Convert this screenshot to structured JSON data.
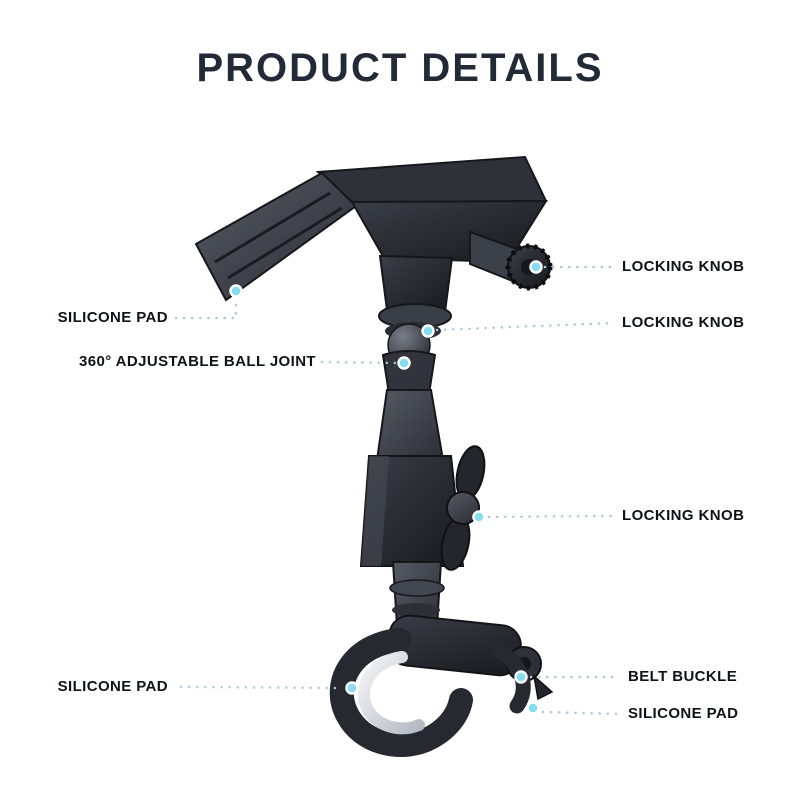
{
  "page": {
    "title": "PRODUCT DETAILS"
  },
  "colors": {
    "background": "#ffffff",
    "title": "#222a38",
    "label": "#0f1319",
    "leader": "#aac9da",
    "anchor": "#86dcef",
    "product_dark": "#23262c",
    "product_mid": "#3f434c",
    "product_silver": "#d6dae0"
  },
  "callouts": [
    {
      "label": "LOCKING KNOB",
      "side": "right"
    },
    {
      "label": "LOCKING KNOB",
      "side": "right"
    },
    {
      "label": "SILICONE PAD",
      "side": "left"
    },
    {
      "label": "360° ADJUSTABLE BALL JOINT",
      "side": "left"
    },
    {
      "label": "LOCKING KNOB",
      "side": "right"
    },
    {
      "label": "SILICONE PAD",
      "side": "left"
    },
    {
      "label": "BELT BUCKLE",
      "side": "right"
    },
    {
      "label": "SILICONE PAD",
      "side": "right"
    }
  ]
}
